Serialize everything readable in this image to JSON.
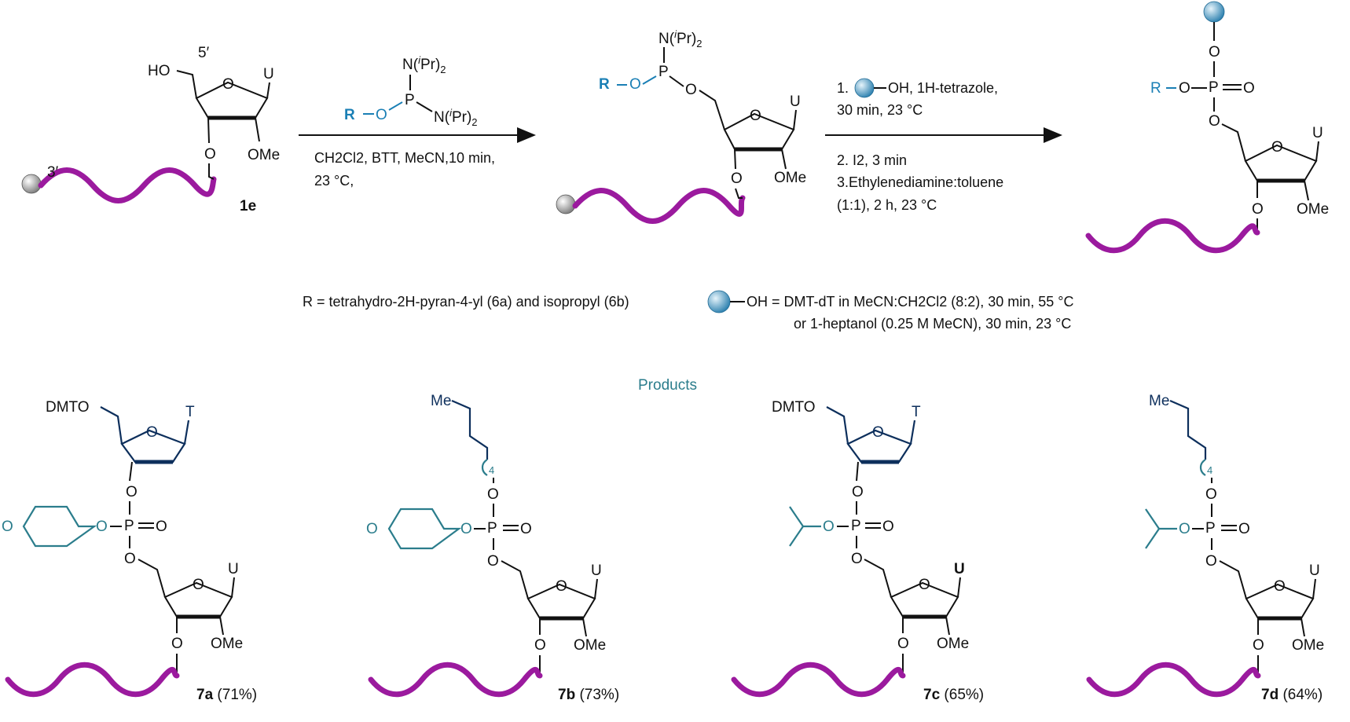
{
  "scheme": {
    "reagent": {
      "N1": "N(",
      "N2": "N(",
      "iPr": "i",
      "Pr2": "Pr)",
      "sub2": "2",
      "P": "P",
      "R": "R",
      "O": "O"
    },
    "conditions1": {
      "line1": "CH2Cl2, BTT, MeCN,10 min,",
      "line2": "23 °C,"
    },
    "conditions2": {
      "line1": "1.",
      "line1b": "OH, 1H-tetrazole,",
      "line2": "30 min, 23 °C",
      "line3": "2. I2, 3 min",
      "line4": "3.Ethylenediamine:toluene",
      "line5": "(1:1), 2 h, 23 °C"
    },
    "sm": {
      "label": "1e",
      "ho": "HO",
      "five": "5′",
      "three": "3′",
      "U": "U",
      "OMe": "OMe",
      "O": "O"
    },
    "intermediate": {
      "NiPr": "N(iPr)2",
      "R": "R",
      "O": "O",
      "P": "P",
      "U": "U",
      "OMe": "OMe"
    },
    "product": {
      "R": "R",
      "O": "O",
      "P": "P",
      "U": "U",
      "OMe": "OMe"
    },
    "footnote_R": "R = tetrahydro-2H-pyran-4-yl (6a) and isopropyl (6b)",
    "footnote_OH_1": "OH = DMT-dT in MeCN:CH2Cl2 (8:2), 30 min, 55 °C",
    "footnote_OH_2": "or 1-heptanol (0.25 M MeCN), 30 min, 23 °C"
  },
  "products_title": "Products",
  "products": [
    {
      "id": "7a",
      "yield": "(71%)",
      "top": "DMTO",
      "base": "T"
    },
    {
      "id": "7b",
      "yield": "(73%)",
      "top": "Me",
      "sub": "4"
    },
    {
      "id": "7c",
      "yield": "(65%)",
      "top": "DMTO",
      "base": "T"
    },
    {
      "id": "7d",
      "yield": "(64%)",
      "top": "Me",
      "sub": "4"
    }
  ],
  "colors": {
    "helix": "#9b1a9e",
    "reagent": "#1a7fb5",
    "products": "#2b7d8c",
    "dmt": "#0d2f5c"
  }
}
